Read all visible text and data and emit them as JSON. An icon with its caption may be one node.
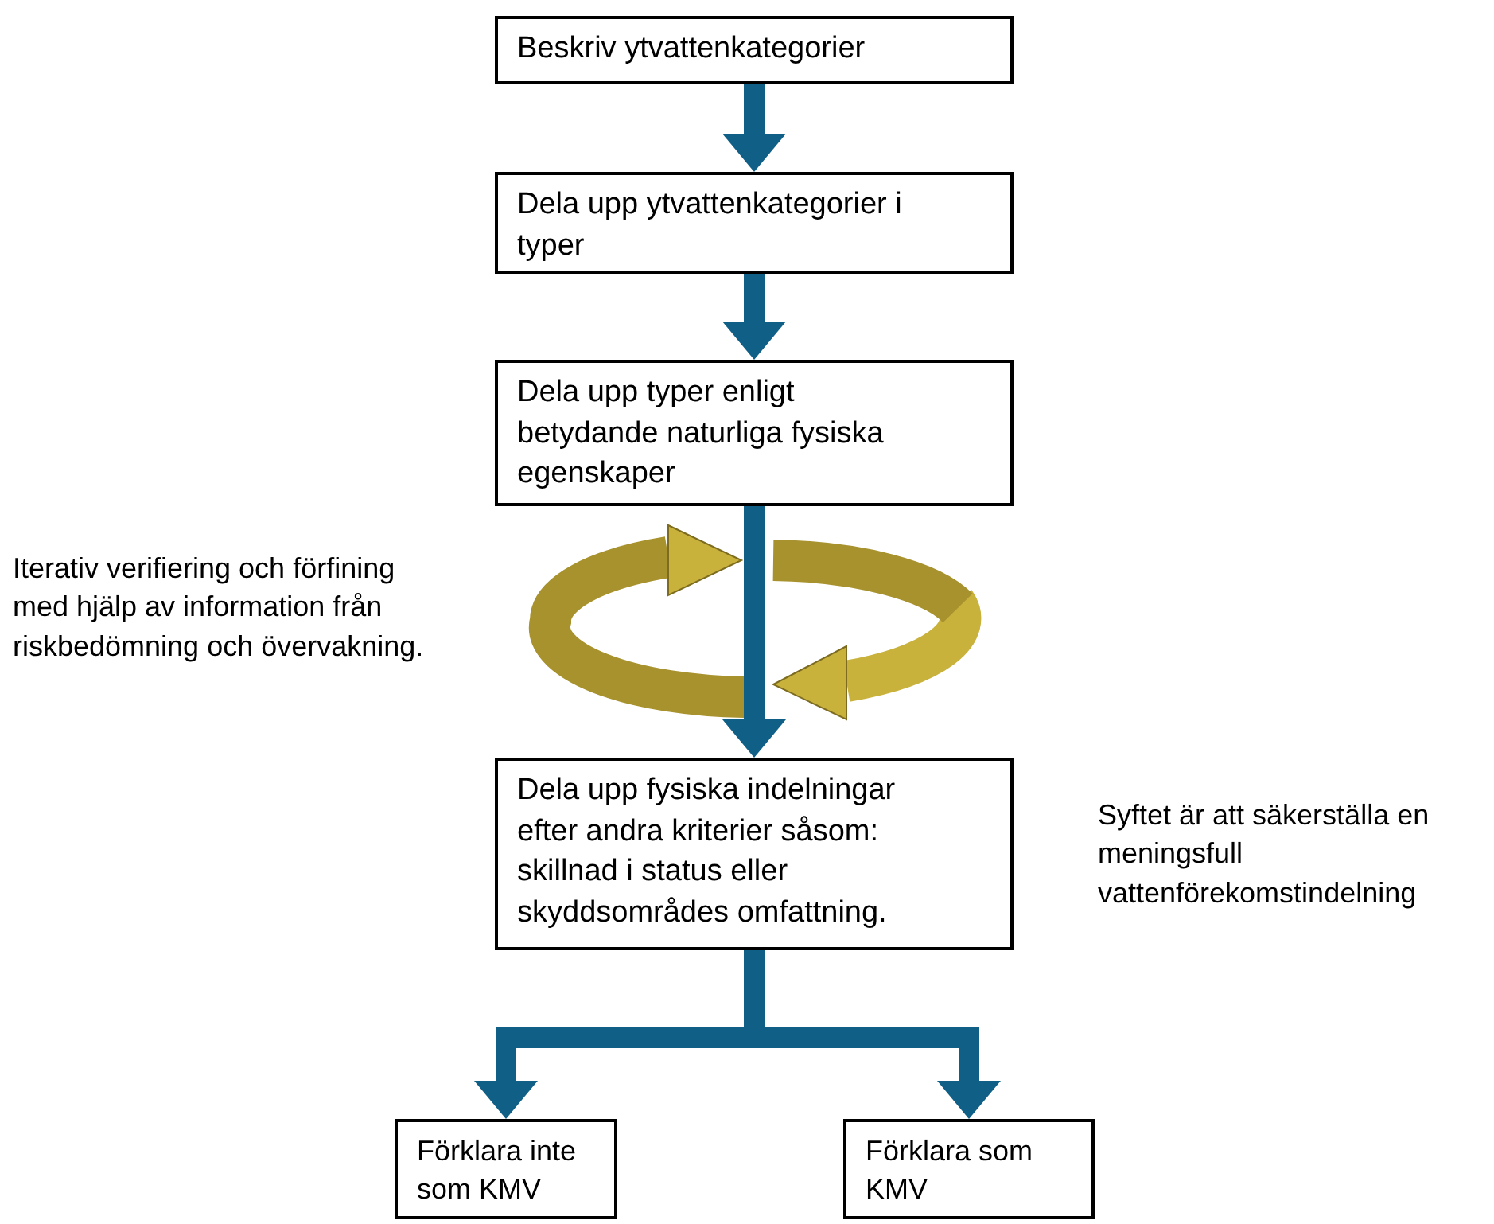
{
  "diagram": {
    "nodes": [
      {
        "text": [
          "Beskriv ytvattenkategorier"
        ]
      },
      {
        "text": [
          "Dela upp ytvattenkategorier i typer"
        ]
      },
      {
        "text": [
          "Dela upp typer enligt betydande naturliga fysiska egenskaper"
        ]
      },
      {
        "text": [
          "Dela upp fysiska indelningar efter andra kriterier såsom: skillnad i status eller skyddsområdes omfattning."
        ]
      },
      {
        "text": [
          "Förklara inte som KMV"
        ]
      },
      {
        "text": [
          "Förklara som KMV"
        ]
      }
    ],
    "edges": [
      {
        "from": 0,
        "to": 1,
        "arrow": "to",
        "color": "#0f5f87"
      },
      {
        "from": 1,
        "to": 2,
        "arrow": "to",
        "color": "#0f5f87"
      },
      {
        "from": 2,
        "to": 3,
        "arrow": "to",
        "color": "#0f5f87"
      },
      {
        "from": 3,
        "to": 4,
        "arrow": "to",
        "color": "#0f5f87"
      },
      {
        "from": 3,
        "to": 5,
        "arrow": "to",
        "color": "#0f5f87"
      }
    ],
    "labels": [
      "Iterativ verifiering och förfining med hjälp av information från riskbedömning och övervakning.",
      "Syftet är att säkerställa en meningsfull vattenförekomstindelning"
    ]
  }
}
